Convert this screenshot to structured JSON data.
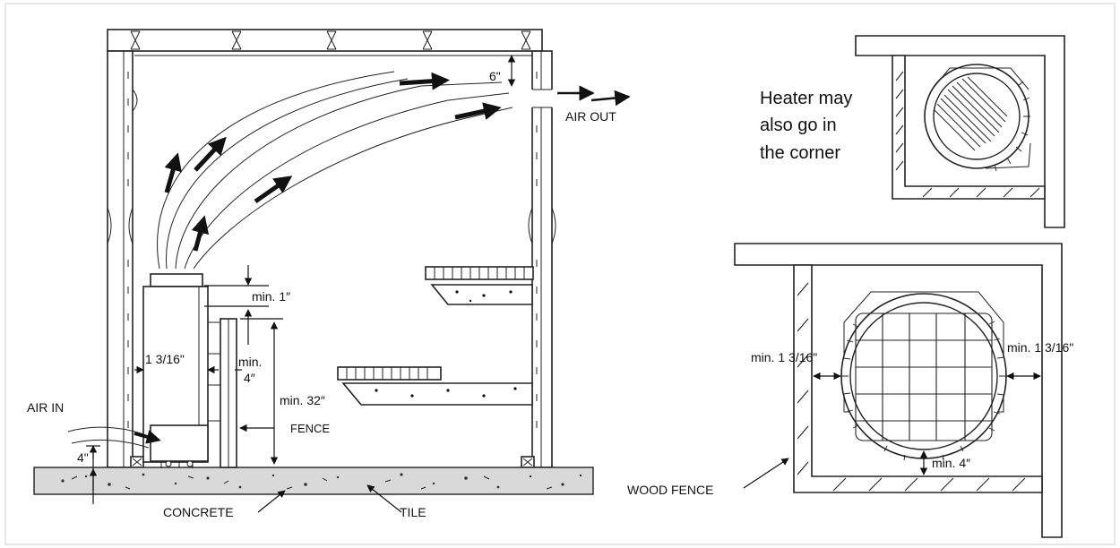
{
  "labels": {
    "gap_top": "6\"",
    "air_out": "AIR OUT",
    "air_in": "AIR IN",
    "gap_floor": "4\"",
    "min_1": "min. 1″",
    "side_gap": "1 3/16\"",
    "min_4_side_line1": "min.",
    "min_4_side_line2": "4″",
    "min_32": "min. 32″",
    "fence": "FENCE",
    "concrete": "CONCRETE",
    "tile": "TILE",
    "corner_line1": "Heater may",
    "corner_line2": "also go in",
    "corner_line3": "the corner",
    "plan_left_gap": "min. 1 3/16\"",
    "plan_right_gap": "min. 1 3/16\"",
    "plan_front_gap": "min. 4″",
    "wood_fence": "WOOD FENCE"
  },
  "colors": {
    "line": "#222222",
    "fill": "#ffffff",
    "concrete": "#d9d9d9",
    "frame_border": "#cfcfcf"
  }
}
